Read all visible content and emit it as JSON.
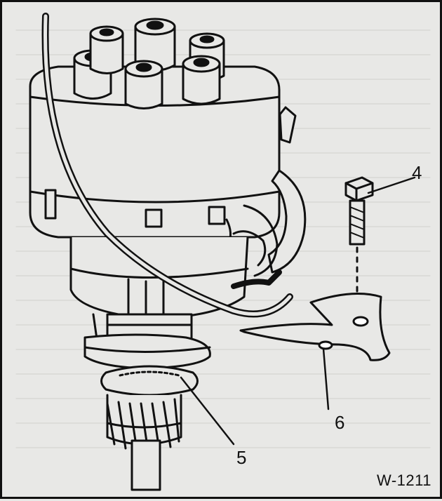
{
  "diagram": {
    "figure_id": "W-1211",
    "callouts": [
      {
        "id": "4",
        "label": "4",
        "target": "bolt"
      },
      {
        "id": "5",
        "label": "5",
        "target": "o-ring"
      },
      {
        "id": "6",
        "label": "6",
        "target": "hold-down-plate"
      }
    ]
  }
}
